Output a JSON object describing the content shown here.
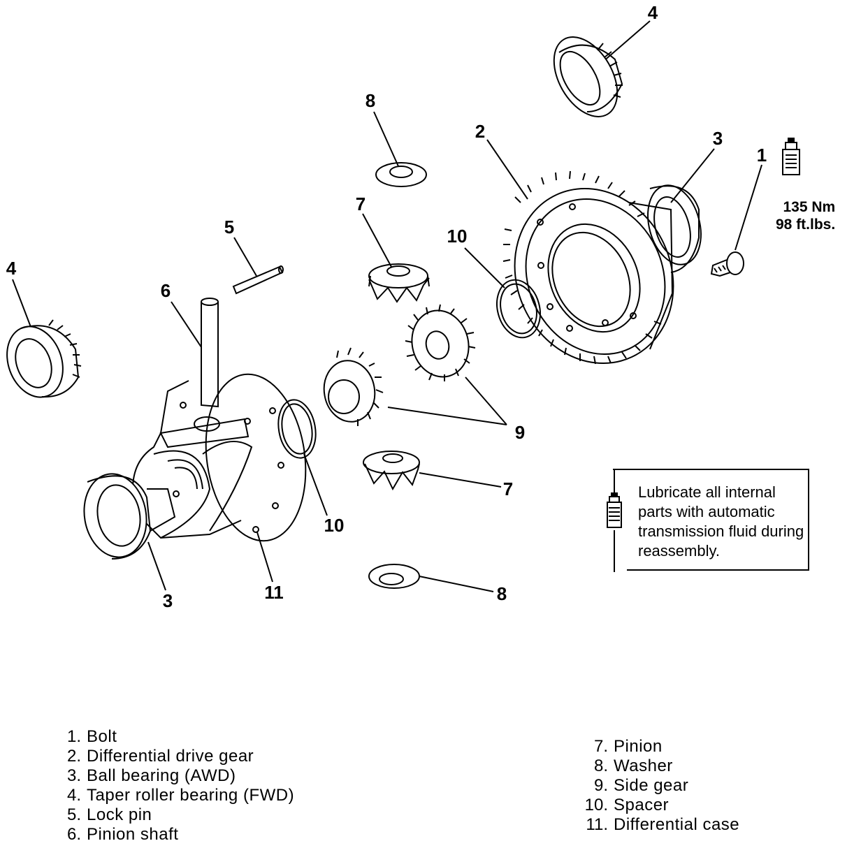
{
  "callouts": {
    "c1": "1",
    "c2": "2",
    "c3_right": "3",
    "c3_left": "3",
    "c4_top": "4",
    "c4_left": "4",
    "c5": "5",
    "c6": "6",
    "c7_top": "7",
    "c7_bottom": "7",
    "c8_top": "8",
    "c8_bottom": "8",
    "c9": "9",
    "c10_top": "10",
    "c10_bottom": "10",
    "c11": "11"
  },
  "torque": {
    "nm": "135 Nm",
    "ftlbs": "98 ft.lbs."
  },
  "note": {
    "text": "Lubricate all internal parts with automatic transmission fluid during reassembly.",
    "icon": "lubricant-bottle-icon"
  },
  "legend": {
    "left": [
      {
        "num": "1.",
        "label": "Bolt"
      },
      {
        "num": "2.",
        "label": "Differential drive gear"
      },
      {
        "num": "3.",
        "label": "Ball bearing (AWD)"
      },
      {
        "num": "4.",
        "label": "Taper roller bearing (FWD)"
      },
      {
        "num": "5.",
        "label": "Lock pin"
      },
      {
        "num": "6.",
        "label": "Pinion shaft"
      }
    ],
    "right": [
      {
        "num": "7.",
        "label": "Pinion"
      },
      {
        "num": "8.",
        "label": "Washer"
      },
      {
        "num": "9.",
        "label": "Side gear"
      },
      {
        "num": "10.",
        "label": "Spacer"
      },
      {
        "num": "11.",
        "label": "Differential case"
      }
    ]
  }
}
